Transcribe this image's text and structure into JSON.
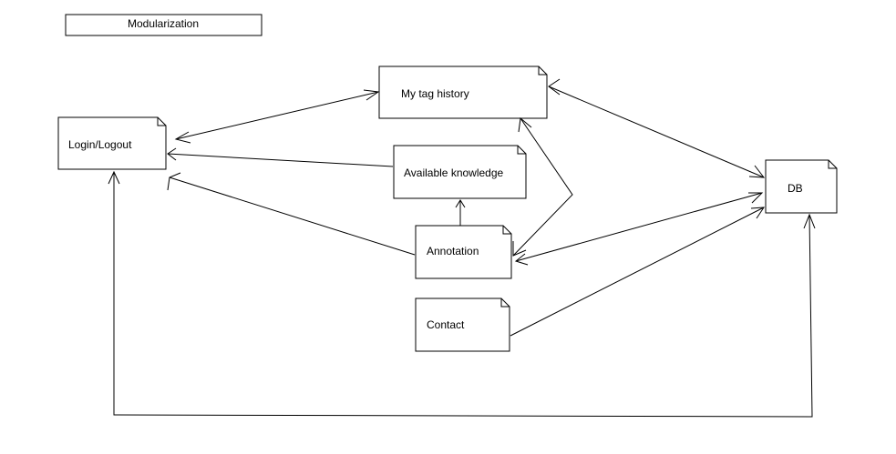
{
  "diagram": {
    "title": "Modularization",
    "nodes": {
      "login": "Login/Logout",
      "tag_history": "My tag history",
      "knowledge": "Available knowledge",
      "annotation": "Annotation",
      "contact": "Contact",
      "db": "DB"
    },
    "line_color": "#000000",
    "background": "#ffffff"
  }
}
